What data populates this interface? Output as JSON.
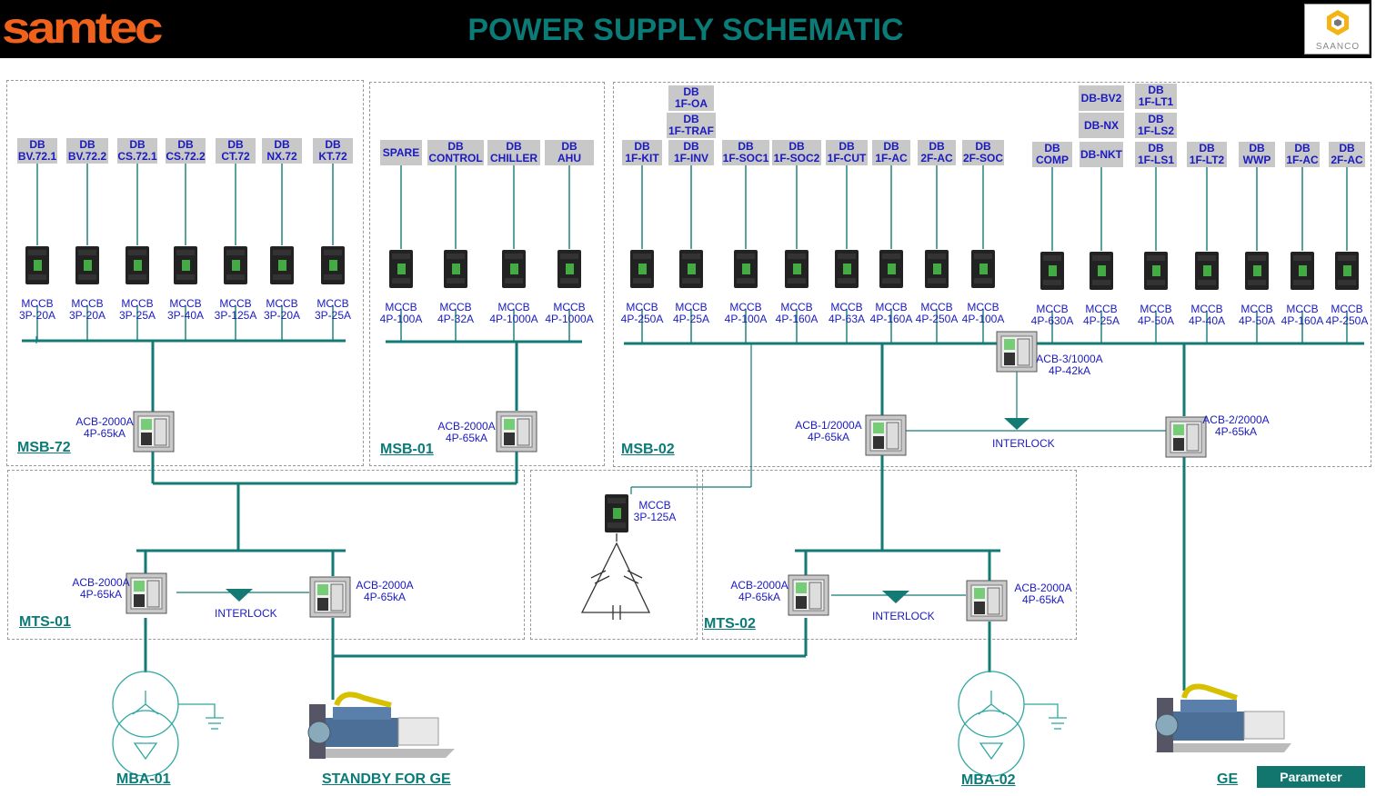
{
  "header": {
    "logo_left": "samtec",
    "title": "POWER SUPPLY SCHEMATIC",
    "logo_right": "SAANCO"
  },
  "sections": {
    "msb72": "MSB-72",
    "msb01": "MSB-01",
    "msb02": "MSB-02",
    "mts01": "MTS-01",
    "mts02": "MTS-02"
  },
  "bottom": {
    "mba01": "MBA-01",
    "standby": "STANDBY FOR GE",
    "mba02": "MBA-02",
    "ge": "GE"
  },
  "interlock_label": "INTERLOCK",
  "parameter_button": "Parameter",
  "feeders": [
    {
      "db": "DB\nBV.72.1",
      "breaker": "MCCB\n3P-20A"
    },
    {
      "db": "DB\nBV.72.2",
      "breaker": "MCCB\n3P-20A"
    },
    {
      "db": "DB\nCS.72.1",
      "breaker": "MCCB\n3P-25A"
    },
    {
      "db": "DB\nCS.72.2",
      "breaker": "MCCB\n3P-40A"
    },
    {
      "db": "DB\nCT.72",
      "breaker": "MCCB\n3P-125A"
    },
    {
      "db": "DB\nNX.72",
      "breaker": "MCCB\n3P-20A"
    },
    {
      "db": "DB\nKT.72",
      "breaker": "MCCB\n3P-25A"
    },
    {
      "db": "SPARE",
      "breaker": "MCCB\n4P-100A"
    },
    {
      "db": "DB\nCONTROL",
      "breaker": "MCCB\n4P-32A"
    },
    {
      "db": "DB\nCHILLER",
      "breaker": "MCCB\n4P-1000A"
    },
    {
      "db": "DB\nAHU",
      "breaker": "MCCB\n4P-1000A"
    },
    {
      "db": "DB\n1F-KIT",
      "breaker": "MCCB\n4P-250A"
    },
    {
      "db": "DB\n1F-INV",
      "breaker": "MCCB\n4P-25A"
    },
    {
      "db": "DB\n1F-SOC1",
      "breaker": "MCCB\n4P-100A"
    },
    {
      "db": "DB\n1F-SOC2",
      "breaker": "MCCB\n4P-160A"
    },
    {
      "db": "DB\n1F-CUT",
      "breaker": "MCCB\n4P-63A"
    },
    {
      "db": "DB\n1F-AC",
      "breaker": "MCCB\n4P-160A"
    },
    {
      "db": "DB\n2F-AC",
      "breaker": "MCCB\n4P-250A"
    },
    {
      "db": "DB\n2F-SOC",
      "breaker": "MCCB\n4P-100A"
    },
    {
      "db": "DB\nCOMP",
      "breaker": "MCCB\n4P-630A"
    },
    {
      "db": "DB-NKT",
      "breaker": "MCCB\n4P-25A"
    },
    {
      "db": "DB\n1F-LS1",
      "breaker": "MCCB\n4P-50A"
    },
    {
      "db": "DB\n1F-LT2",
      "breaker": "MCCB\n4P-40A"
    },
    {
      "db": "DB\nWWP",
      "breaker": "MCCB\n4P-50A"
    },
    {
      "db": "DB\n1F-AC",
      "breaker": "MCCB\n4P-160A"
    },
    {
      "db": "DB\n2F-AC",
      "breaker": "MCCB\n4P-250A"
    }
  ],
  "stacked_db": [
    {
      "text": "DB\n1F-OA"
    },
    {
      "text": "DB\n1F-TRAF"
    },
    {
      "text": "DB-BV2"
    },
    {
      "text": "DB-NX"
    },
    {
      "text": "DB\n1F-LT1"
    },
    {
      "text": "DB\n1F-LS2"
    }
  ],
  "acbs": [
    {
      "label": "ACB-2000A\n4P-65kA"
    },
    {
      "label": "ACB-2000A\n4P-65kA"
    },
    {
      "label": "ACB-1/2000A\n4P-65kA"
    },
    {
      "label": "ACB-2/2000A\n4P-65kA"
    },
    {
      "label": "ACB-3/1000A\n4P-42kA"
    },
    {
      "label": "ACB-2000A\n4P-65kA"
    },
    {
      "label": "ACB-2000A\n4P-65kA"
    },
    {
      "label": "ACB-2000A\n4P-65kA"
    },
    {
      "label": "ACB-2000A\n4P-65kA"
    }
  ],
  "cap_breaker": "MCCB\n3P-125A",
  "colors": {
    "bus": "#137a74",
    "label_bg": "#c8c8c8",
    "label_text": "#1a1ac0",
    "title": "#0b7b78",
    "logo": "#f0621c"
  }
}
